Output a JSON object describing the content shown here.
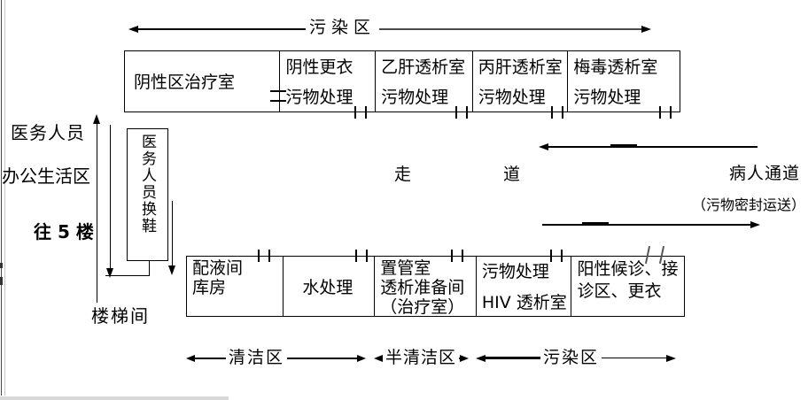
{
  "zones": {
    "top_contaminated": "污染区",
    "clean": "清洁区",
    "semi_clean": "半清洁区",
    "contaminated": "污染区"
  },
  "top_rooms": [
    {
      "name": "阴性区治疗室"
    },
    {
      "name": "阴性更衣",
      "note": "污物处理"
    },
    {
      "name": "乙肝透析室",
      "note": "污物处理"
    },
    {
      "name": "丙肝透析室",
      "note": "污物处理"
    },
    {
      "name": "梅毒透析室",
      "note": "污物处理"
    }
  ],
  "bottom_rooms": [
    {
      "line1": "配液间",
      "line2": "库房"
    },
    {
      "line1": "水处理"
    },
    {
      "line1": "置管室",
      "line2": "透析准备间",
      "line3": "（治疗室）"
    },
    {
      "line1": "污物处理",
      "line2": "HIV 透析室"
    },
    {
      "line1": "阳性候诊、接",
      "line2": "诊区、更衣"
    }
  ],
  "left_area": {
    "medical_staff": "医务人员",
    "office_living_area": "办公生活区",
    "to_5th_floor": "往 5 楼",
    "staff_shoe_change": "医务人员换鞋",
    "stairwell": "楼梯间"
  },
  "corridor": {
    "walkway": "走道",
    "patient_channel": "病人通道",
    "sealed_waste_transport": "（污物密封运送）"
  },
  "colors": {
    "line": "#000000",
    "muted_line": "#4a4a4a"
  }
}
